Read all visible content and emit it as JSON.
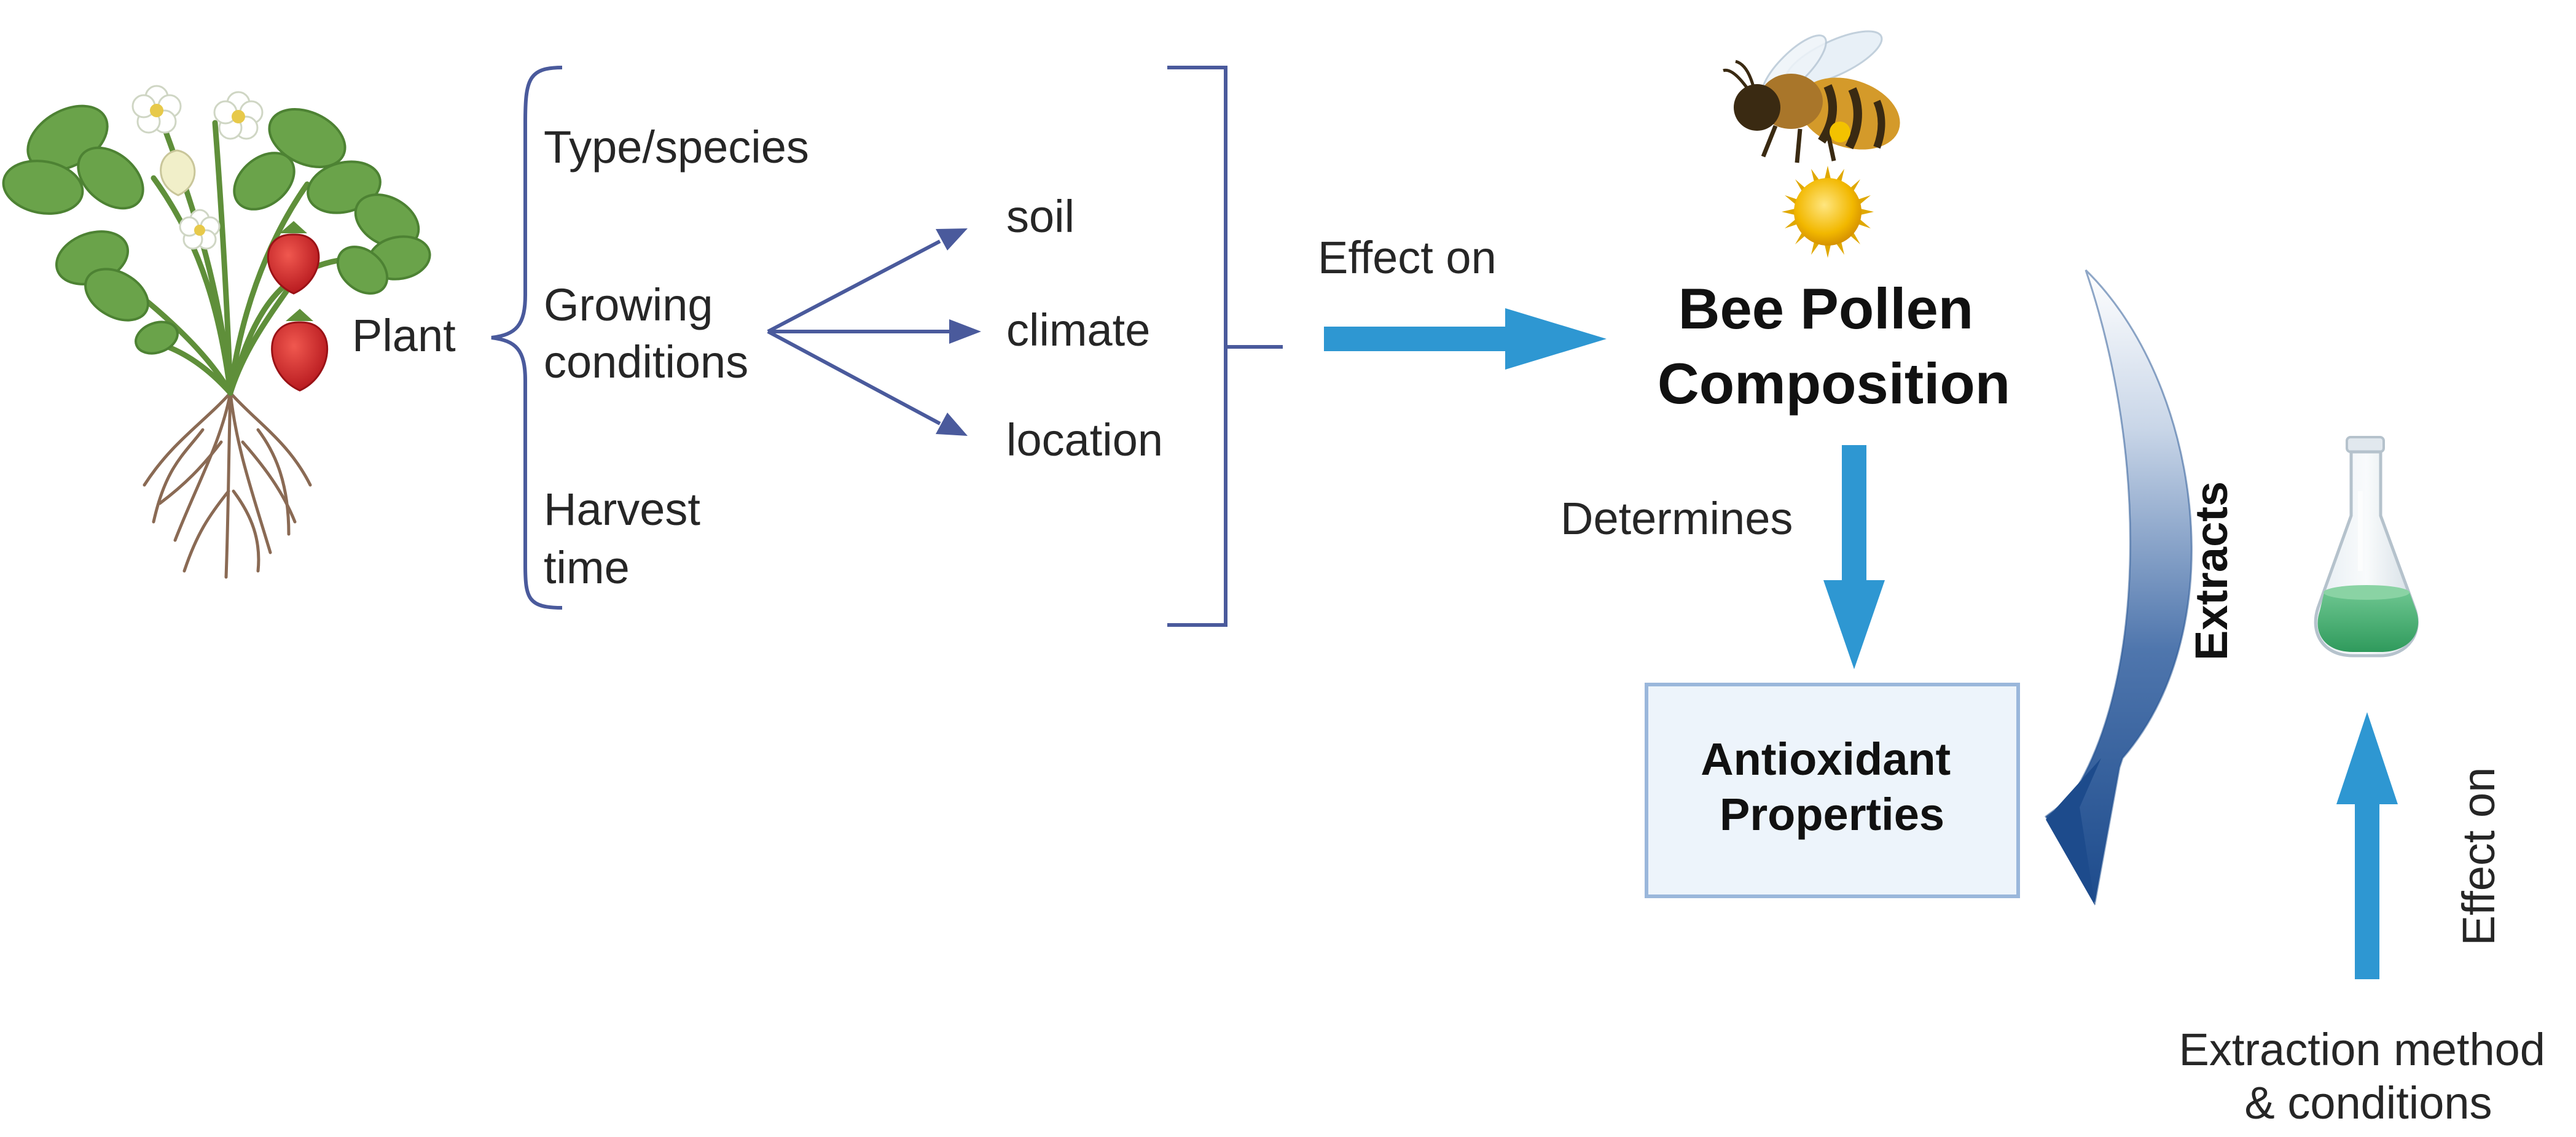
{
  "left_labels": {
    "plant": "Plant",
    "type_species": "Type/species",
    "growing_conditions": [
      "Growing",
      "conditions"
    ],
    "harvest_time": [
      "Harvest",
      "time"
    ]
  },
  "conditions": [
    "soil",
    "climate",
    "location"
  ],
  "effect_on_top": "Effect on",
  "bee_pollen": [
    "Bee Pollen",
    "Composition"
  ],
  "determines": "Determines",
  "antioxidant": [
    "Antioxidant",
    "Properties"
  ],
  "extracts": "Extracts",
  "effect_on_side": "Effect on",
  "extraction": [
    "Extraction method",
    "& conditions"
  ],
  "colors": {
    "bracket": "#4a5a9c",
    "arrow_blue": "#2e97d2",
    "box_fill": "#edf4fb",
    "box_stroke": "#9ab7db",
    "curved_arrow_dark": "#1f4f8f",
    "liquid": "#3aa86a"
  }
}
